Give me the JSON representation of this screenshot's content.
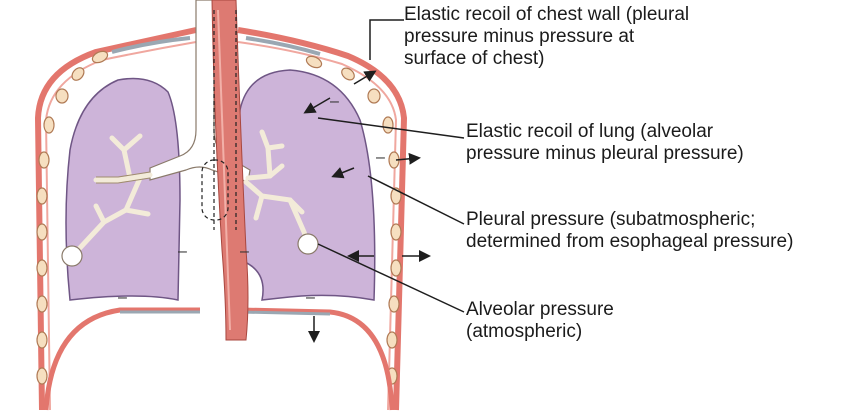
{
  "labels": {
    "chest_wall": {
      "line1": "Elastic recoil of chest wall (pleural",
      "line2": "pressure minus pressure at",
      "line3": "surface of chest)"
    },
    "lung": {
      "line1": "Elastic recoil of lung (alveolar",
      "line2": "pressure minus pleural pressure)"
    },
    "pleural": {
      "line1": "Pleural pressure (subatmospheric;",
      "line2": "determined from esophageal pressure)"
    },
    "alveolar": {
      "line1": "Alveolar pressure",
      "line2": "(atmospheric)"
    }
  },
  "signs": {
    "minus": "–"
  },
  "colors": {
    "lung_fill": "#cdb4d9",
    "lung_stroke": "#6f5685",
    "chest_wall": "#e3766d",
    "rib_fill": "#f6dfc0",
    "esophagus": "#dd7a72",
    "pleura_gray": "#9aa7b2",
    "leader": "#1e1e1e"
  }
}
